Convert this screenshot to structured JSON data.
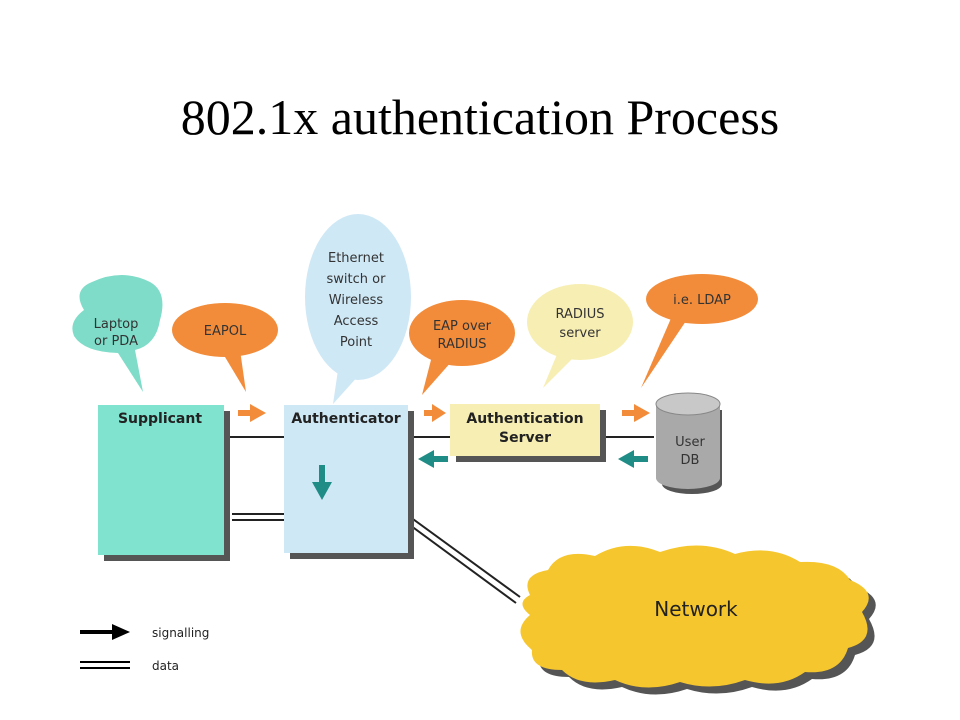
{
  "title": "802.1x authentication Process",
  "bubbles": {
    "supplicant_device": [
      "Laptop",
      "or PDA"
    ],
    "eapol": [
      "EAPOL"
    ],
    "authenticator_device": [
      "Ethernet",
      "switch or",
      "Wireless",
      "Access",
      "Point"
    ],
    "eap_over_radius": [
      "EAP over",
      "RADIUS"
    ],
    "radius_server": [
      "RADIUS",
      "server"
    ],
    "ldap": [
      "i.e. LDAP"
    ]
  },
  "nodes": {
    "supplicant": "Supplicant",
    "authenticator": "Authenticator",
    "auth_server": [
      "Authentication",
      "Server"
    ],
    "user_db": [
      "User",
      "DB"
    ],
    "network": "Network"
  },
  "legend": {
    "signalling": "signalling",
    "data": "data"
  },
  "colors": {
    "orange": "#F28C3A",
    "green_bubble": "#7FDCC8",
    "supplicant": "#7FE3CF",
    "authenticator": "#CFE8F6",
    "auth_server": "#F7EEB3",
    "cloud": "#F6C62E",
    "teal_arrow": "#1F8C86"
  }
}
